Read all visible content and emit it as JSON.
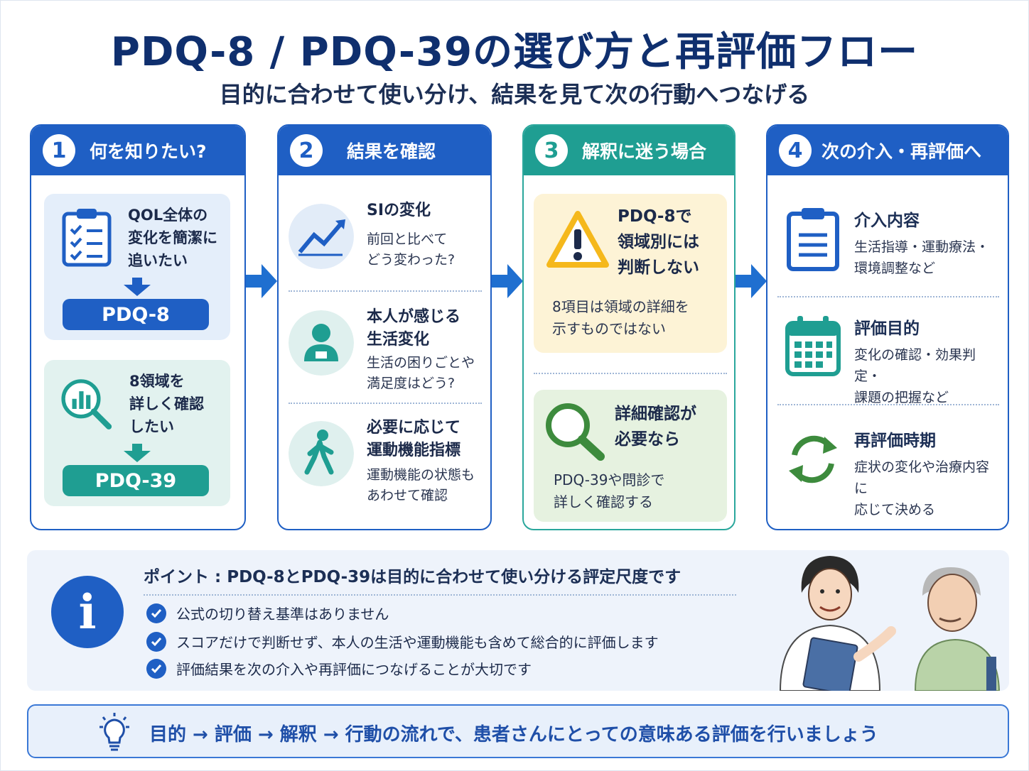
{
  "title": "PDQ-8 / PDQ-39の選び方と再評価フロー",
  "subtitle": "目的に合わせて使い分け、結果を見て次の行動へつなげる",
  "steps": [
    {
      "num": "1",
      "heading": "何を知りたい?",
      "cards": [
        {
          "text_lines": [
            "QOL全体の",
            "変化を簡潔に",
            "追いたい"
          ],
          "result": "PDQ-8",
          "icon": "checklist-clipboard-icon"
        },
        {
          "text_lines": [
            "8領域を",
            "詳しく確認",
            "したい"
          ],
          "result": "PDQ-39",
          "icon": "magnifier-chart-icon"
        }
      ]
    },
    {
      "num": "2",
      "heading": "結果を確認",
      "rows": [
        {
          "title_lines": [
            "SIの変化"
          ],
          "desc_lines": [
            "前回と比べて",
            "どう変わった?"
          ],
          "icon": "trend-up-icon"
        },
        {
          "title_lines": [
            "本人が感じる",
            "生活変化"
          ],
          "desc_lines": [
            "生活の困りごとや",
            "満足度はどう?"
          ],
          "icon": "person-icon"
        },
        {
          "title_lines": [
            "必要に応じて",
            "運動機能指標"
          ],
          "desc_lines": [
            "運動機能の状態も",
            "あわせて確認"
          ],
          "icon": "walking-person-icon"
        }
      ]
    },
    {
      "num": "3",
      "heading": "解釈に迷う場合",
      "cards": [
        {
          "title_lines": [
            "PDQ-8で",
            "領域別には",
            "判断しない"
          ],
          "desc_lines": [
            "8項目は領域の詳細を",
            "示すものではない"
          ],
          "icon": "warning-icon"
        },
        {
          "title_lines": [
            "詳細確認が",
            "必要なら"
          ],
          "desc_lines": [
            "PDQ-39や問診で",
            "詳しく確認する"
          ],
          "icon": "search-icon"
        }
      ]
    },
    {
      "num": "4",
      "heading": "次の介入・再評価へ",
      "rows": [
        {
          "title": "介入内容",
          "desc_lines": [
            "生活指導・運動療法・",
            "環境調整など"
          ],
          "icon": "clipboard-icon"
        },
        {
          "title": "評価目的",
          "desc_lines": [
            "変化の確認・効果判定・",
            "課題の把握など"
          ],
          "icon": "calendar-icon"
        },
        {
          "title": "再評価時期",
          "desc_lines": [
            "症状の変化や治療内容に",
            "応じて決める"
          ],
          "icon": "refresh-cycle-icon"
        }
      ]
    }
  ],
  "point": {
    "title": "ポイント : PDQ-8とPDQ-39は目的に合わせて使い分ける評定尺度です",
    "info_glyph": "i",
    "items": [
      "公式の切り替え基準はありません",
      "スコアだけで判断せず、本人の生活や運動機能も含めて総合的に評価します",
      "評価結果を次の介入や再評価につなげることが大切です"
    ]
  },
  "banner": {
    "text": "目的 → 評価 → 解釈 → 行動の流れで、患者さんにとっての意味ある評価を行いましょう",
    "icon": "lightbulb-icon"
  },
  "colors": {
    "navy": "#0f2f6e",
    "blue": "#1f5fc4",
    "teal": "#1f9e92",
    "warning_yellow": "#f5b81c",
    "green": "#3d8b3d"
  }
}
